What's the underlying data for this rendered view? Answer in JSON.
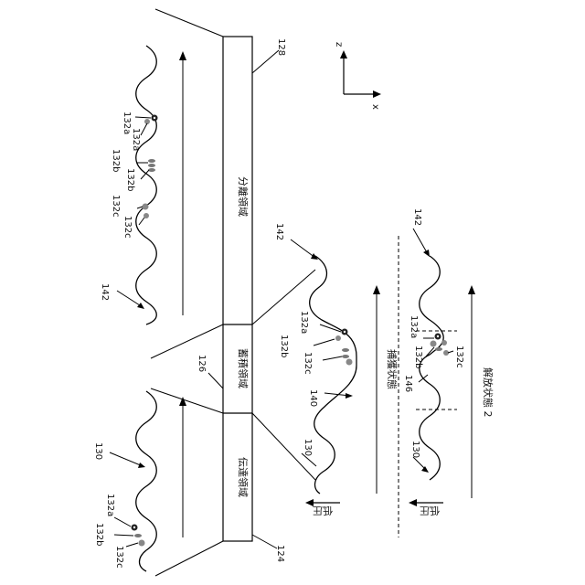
{
  "axes": {
    "z_label": "z",
    "x_label": "x"
  },
  "labels": {
    "n124": "124",
    "n126": "126",
    "n128": "128",
    "n130_left": "130",
    "n130_mid": "130",
    "n130_right": "130",
    "n140": "140",
    "n142_top": "142",
    "n142_mid": "142",
    "n142_right": "142",
    "n146": "146",
    "n132a_top": "132a",
    "n132a_top2": "132a",
    "n132b_top": "132b",
    "n132b_top2": "132b",
    "n132c_top": "132c",
    "n132c_top2": "132c",
    "n132b_left": "132b",
    "n132a_left": "132a",
    "n132c_left": "132c",
    "n132a_mid": "132a",
    "n132b_mid": "132b",
    "n132c_mid": "132c",
    "n132a_right": "132a",
    "n132b_right": "132b",
    "n132c_right": "132c"
  },
  "regions": {
    "separation": "分離領域",
    "accumulation": "蓄積領域",
    "transport": "伝達領域"
  },
  "states": {
    "capture": "捕獲状態",
    "release": "解放状態 2",
    "pressure_mid": "低圧",
    "pressure_right": "低圧"
  }
}
